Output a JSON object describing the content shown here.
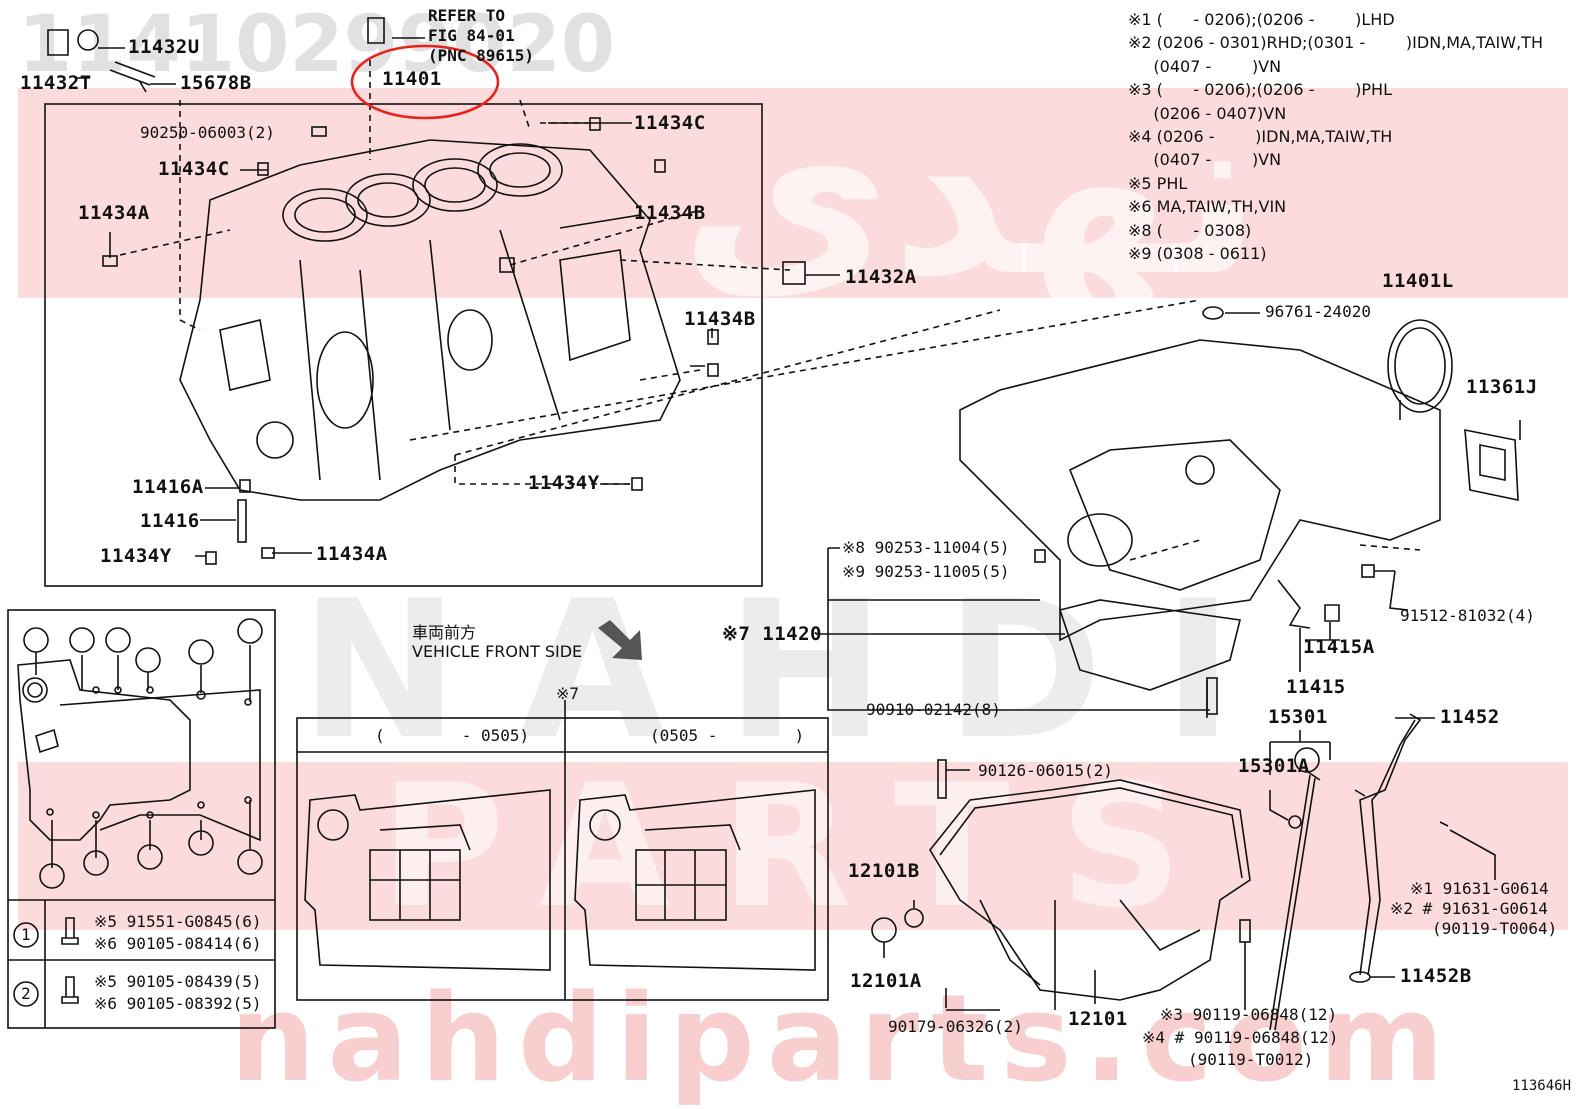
{
  "watermark": {
    "partno": "11410299020",
    "brand_arabic": "نهدي",
    "brand_latin": "NAHDI",
    "parts": "PARTS",
    "url": "nahdiparts.com"
  },
  "header": {
    "refer_line1": "REFER TO",
    "refer_line2": "FIG 84-01",
    "refer_line3": "(PNC 89615)"
  },
  "notes": [
    "※1 (      - 0206);(0206 -        )LHD",
    "※2 (0206 - 0301)RHD;(0301 -        )IDN,MA,TAIW,TH",
    "     (0407 -        )VN",
    "※3 (      - 0206);(0206 -        )PHL",
    "     (0206 - 0407)VN",
    "※4 (0206 -        )IDN,MA,TAIW,TH",
    "     (0407 -        )VN",
    "※5 PHL",
    "※6 MA,TAIW,TH,VIN",
    "※8 (      - 0308)",
    "※9 (0308 - 0611)"
  ],
  "labels": {
    "l11432U": "11432U",
    "l11432T": "11432T",
    "l15678B": "15678B",
    "l11401": "11401",
    "l90250": "90250-06003(2)",
    "l11434C_a": "11434C",
    "l11434C_b": "11434C",
    "l11434A_a": "11434A",
    "l11434B_a": "11434B",
    "l11432A": "11432A",
    "l11434B_b": "11434B",
    "l11416A": "11416A",
    "l11416": "11416",
    "l11434Y_a": "11434Y",
    "l11434A_b": "11434A",
    "l11434Y_b": "11434Y",
    "l96761": "96761-24020",
    "l11401L": "11401L",
    "l11361J": "11361J",
    "l90253a": "※8 90253-11004(5)",
    "l90253b": "※9 90253-11005(5)",
    "l11420": "※7 11420",
    "l91512": "91512-81032(4)",
    "l11415A": "11415A",
    "l11415": "11415",
    "l90910": "90910-02142(8)",
    "l15301": "15301",
    "l15301A": "15301A",
    "l11452": "11452",
    "l90126": "90126-06015(2)",
    "l12101B": "12101B",
    "l12101A": "12101A",
    "l12101": "12101",
    "l90179": "90179-06326(2)",
    "l91631a": "※1 91631-G0614",
    "l91631b": "※2 # 91631-G0614",
    "l90119T64": "(90119-T0064)",
    "l11452B": "11452B",
    "l90119a": "※3 90119-06848(12)",
    "l90119b": "※4 # 90119-06848(12)",
    "l90119T12": "(90119-T0012)",
    "diagram_id": "113646H"
  },
  "front": {
    "jp": "車両前方",
    "en": "VEHICLE FRONT SIDE",
    "star7": "※7"
  },
  "table": {
    "col1": "(        - 0505)",
    "col2": "(0505 -        )"
  },
  "legend": {
    "row1_a": "※5 91551-G0845(6)",
    "row1_b": "※6 90105-08414(6)",
    "row2_a": "※5 90105-08439(5)",
    "row2_b": "※6 90105-08392(5)",
    "c1": "1",
    "c2": "2"
  },
  "colors": {
    "highlight_circle": "#e8221c",
    "watermark": "#e03c3c",
    "line": "#111111"
  }
}
